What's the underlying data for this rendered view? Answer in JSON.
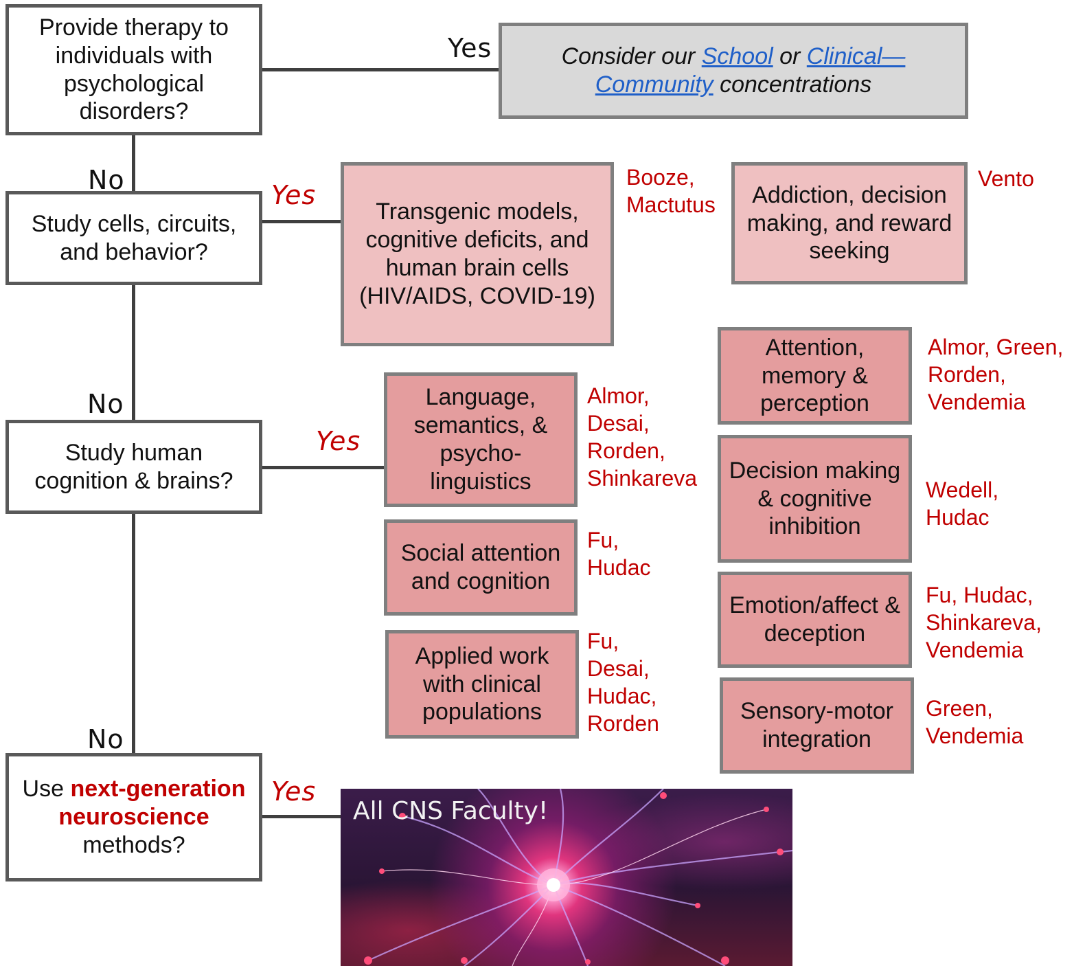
{
  "questions": {
    "q1": "Provide therapy to individuals with psychological disorders?",
    "q2": "Study cells, circuits, and behavior?",
    "q3": "Study human cognition & brains?",
    "q4_pre": "Use ",
    "q4_emph": "next-generation neuroscience",
    "q4_post": " methods?"
  },
  "branch_labels": {
    "yes": "Yes",
    "no": "No"
  },
  "concentration_box": {
    "pre": "Consider our ",
    "link1": "School",
    "mid": " or ",
    "link2": "Clinical—Community",
    "post": " concentrations"
  },
  "cells_topics": [
    {
      "topic": "Transgenic models, cognitive deficits, and human brain cells (HIV/AIDS, COVID-19)",
      "faculty": "Booze,\nMactutus"
    },
    {
      "topic": "Addiction, decision making, and reward seeking",
      "faculty": "Vento"
    }
  ],
  "cognition_topics_left": [
    {
      "topic": "Language, semantics, & psycho-linguistics",
      "faculty": "Almor,\nDesai,\nRorden,\nShinkareva"
    },
    {
      "topic": "Social attention and cognition",
      "faculty": "Fu,\nHudac"
    },
    {
      "topic": "Applied work with clinical populations",
      "faculty": "Fu,\nDesai,\nHudac,\nRorden"
    }
  ],
  "cognition_topics_right": [
    {
      "topic": "Attention, memory & perception",
      "faculty": "Almor, Green,\nRorden,\nVendemia"
    },
    {
      "topic": "Decision making & cognitive inhibition",
      "faculty": "Wedell,\nHudac"
    },
    {
      "topic": "Emotion/affect & deception",
      "faculty": "Fu, Hudac,\nShinkareva,\nVendemia"
    },
    {
      "topic": "Sensory-motor integration",
      "faculty": "Green,\nVendemia"
    }
  ],
  "image_caption": "All CNS Faculty!"
}
